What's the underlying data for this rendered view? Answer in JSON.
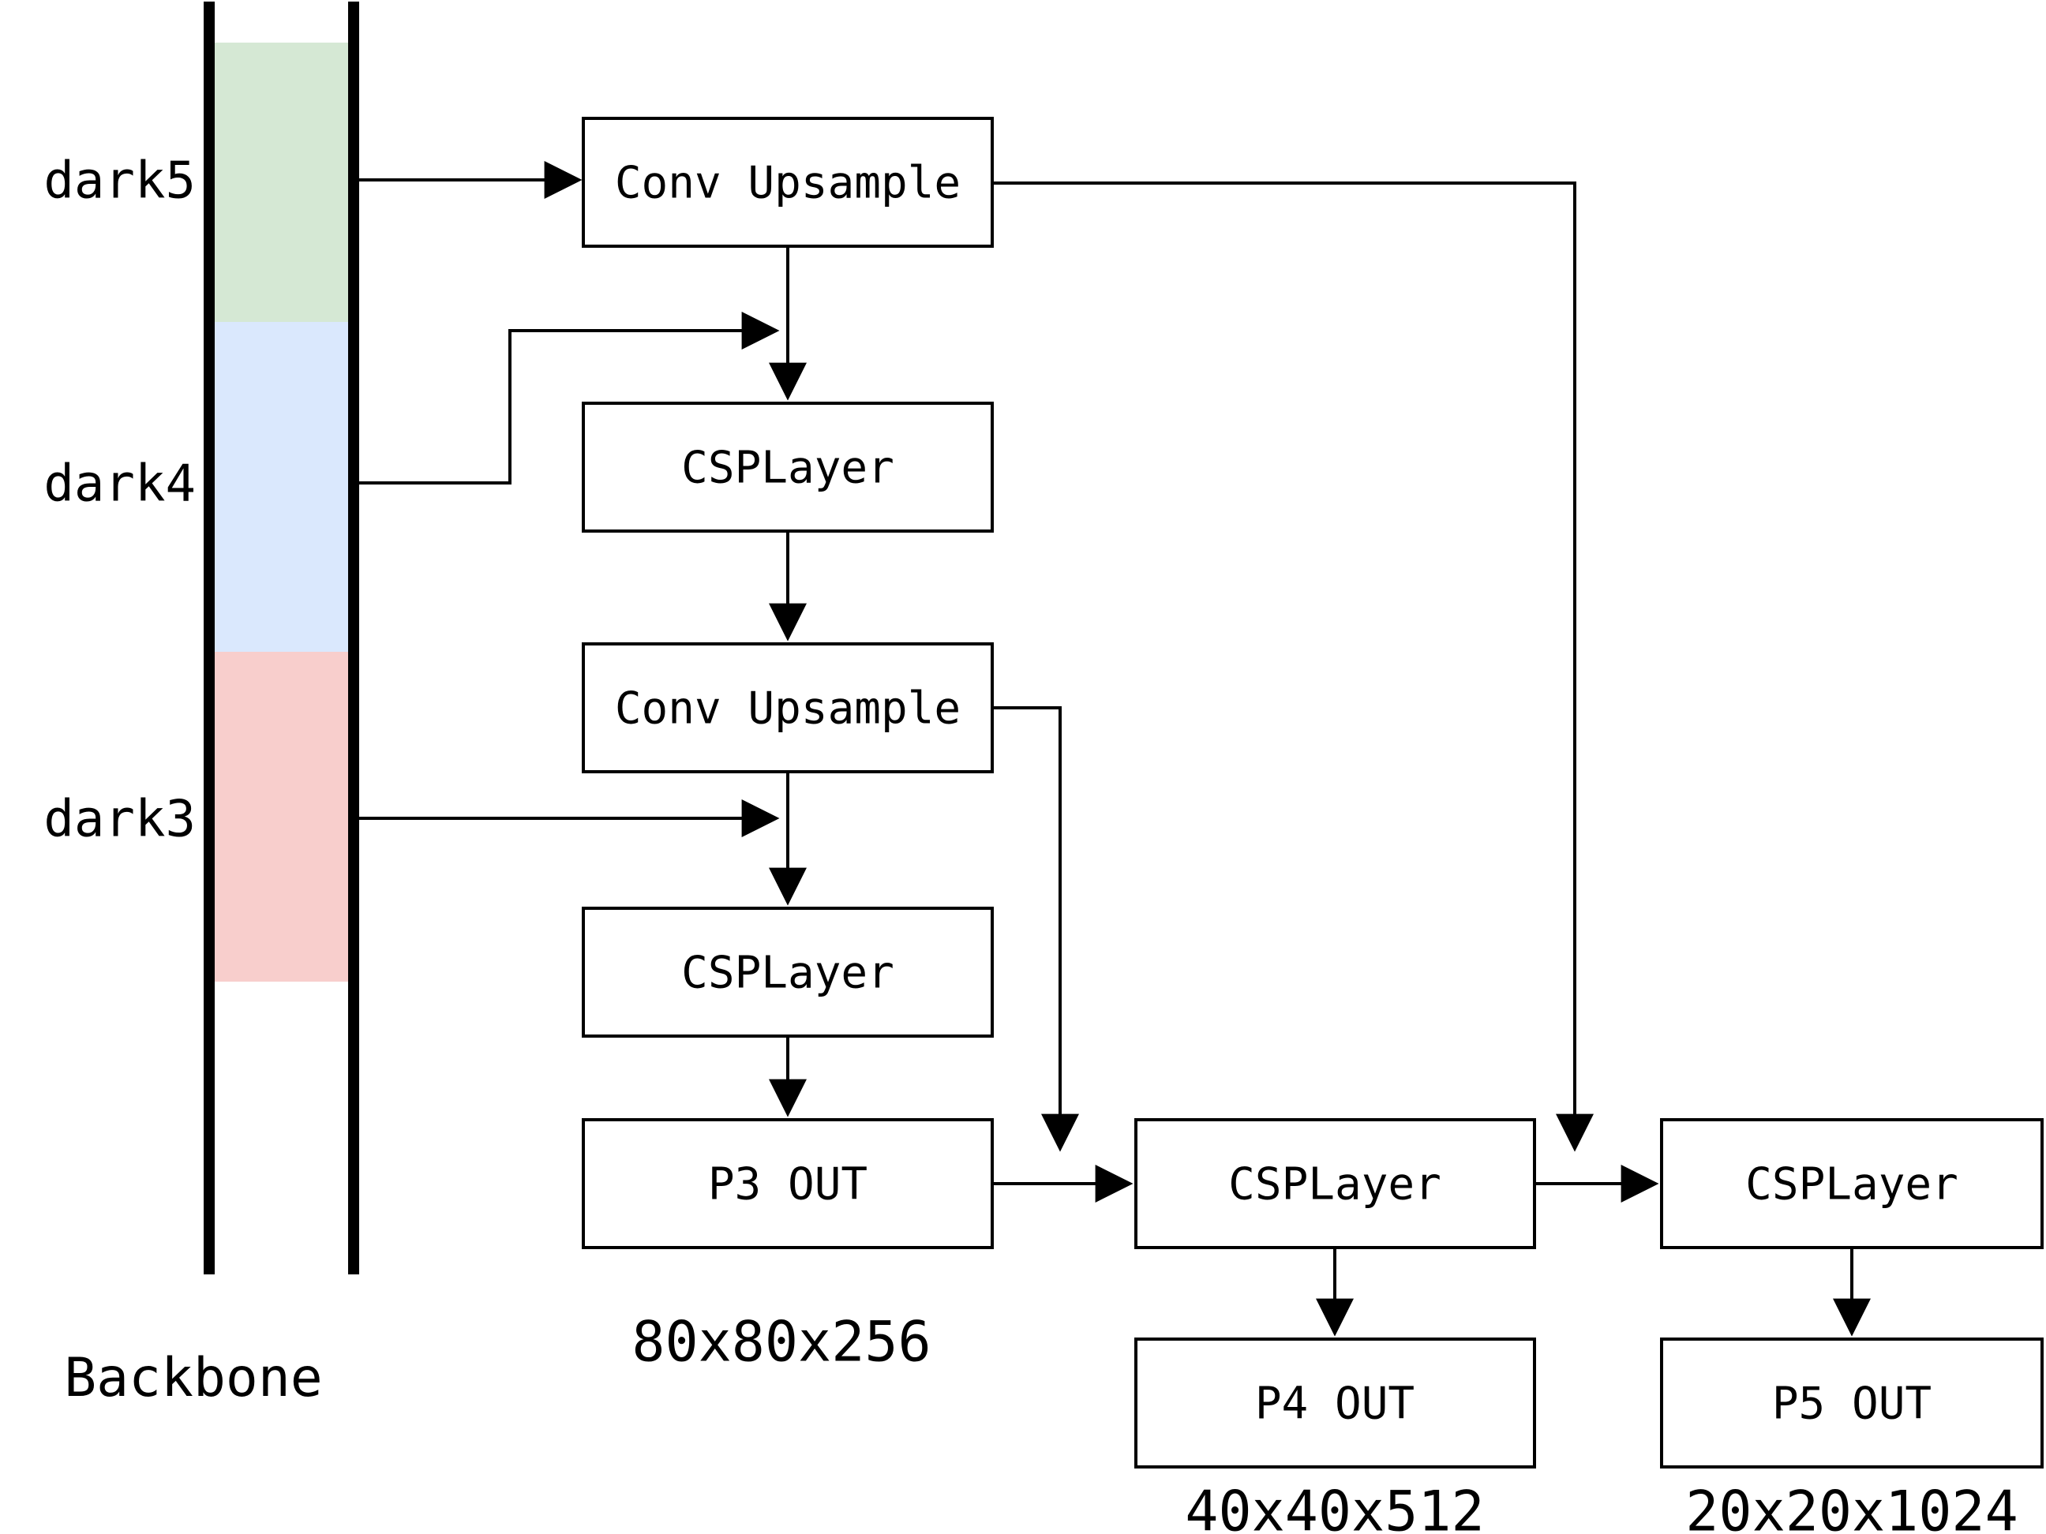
{
  "diagram": {
    "backbone": {
      "label": "Backbone",
      "segments": [
        {
          "label": "dark5",
          "color": "#d5e8d4"
        },
        {
          "label": "dark4",
          "color": "#dae8fd"
        },
        {
          "label": "dark3",
          "color": "#f8cecc"
        }
      ]
    },
    "nodes": {
      "conv_upsample_1": "Conv Upsample",
      "csplayer_1": "CSPLayer",
      "conv_upsample_2": "Conv Upsample",
      "csplayer_2": "CSPLayer",
      "p3_out": "P3 OUT",
      "csplayer_3": "CSPLayer",
      "p4_out": "P4 OUT",
      "csplayer_4": "CSPLayer",
      "p5_out": "P5 OUT"
    },
    "dimensions": {
      "p3": "80x80x256",
      "p4": "40x40x512",
      "p5": "20x20x1024"
    },
    "colors": {
      "stroke": "#000000",
      "box_fill": "#ffffff",
      "background": "#ffffff"
    }
  }
}
